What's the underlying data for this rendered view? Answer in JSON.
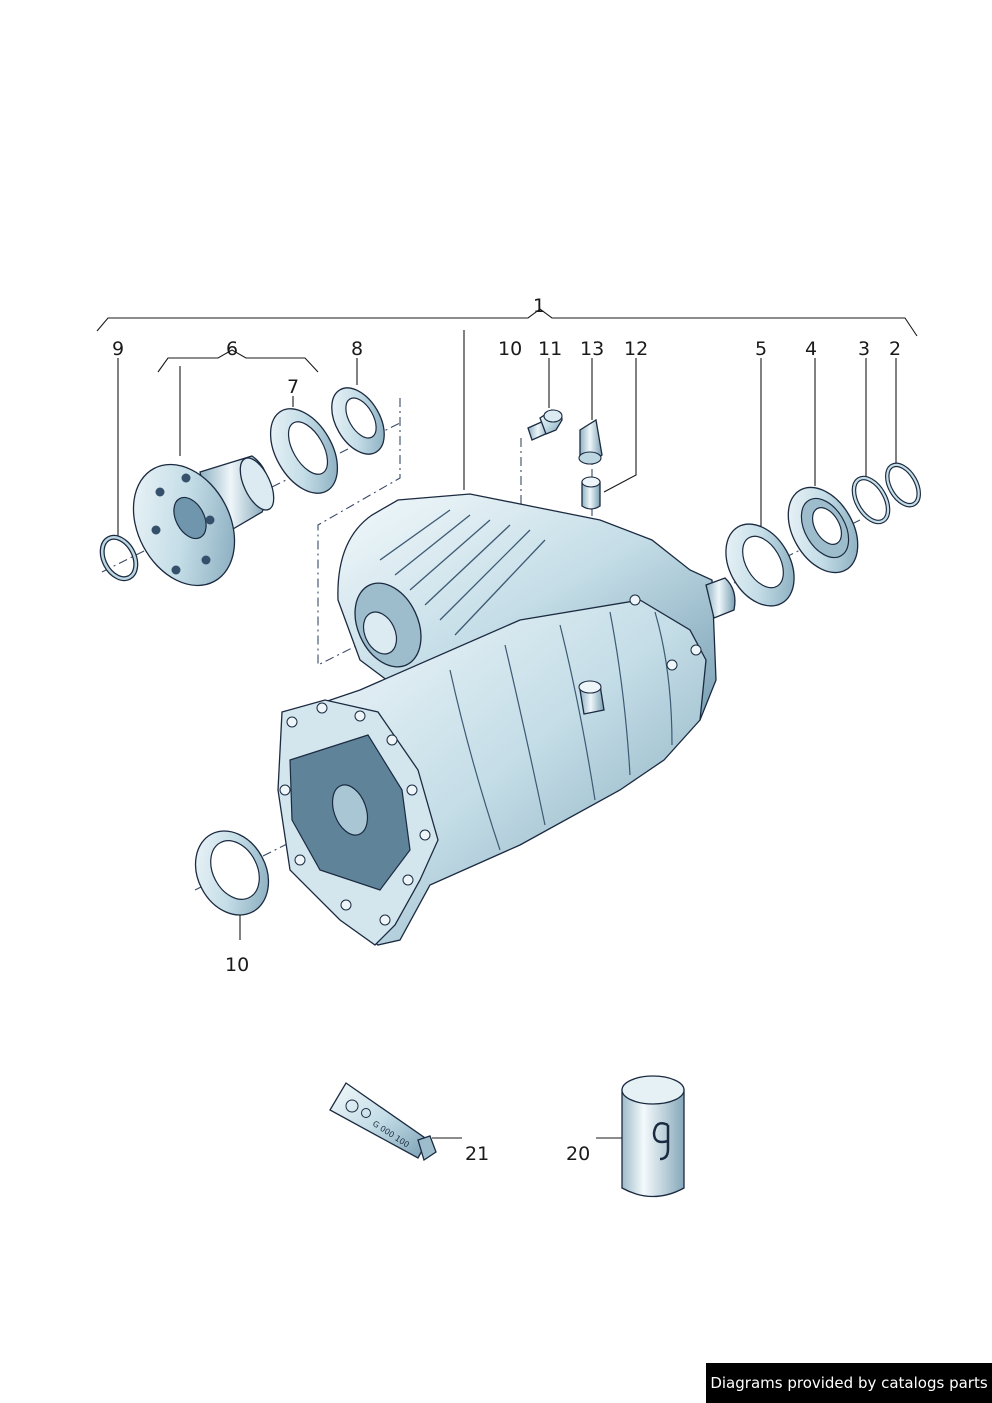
{
  "callouts": {
    "c1": "1",
    "c2": "2",
    "c3": "3",
    "c4": "4",
    "c5": "5",
    "c6": "6",
    "c7": "7",
    "c8": "8",
    "c9": "9",
    "c10a": "10",
    "c10b": "10",
    "c11": "11",
    "c12": "12",
    "c13": "13",
    "c20": "20",
    "c21": "21"
  },
  "tube_marking": "G 000 100",
  "credit": "Diagrams provided by catalogs parts",
  "colors": {
    "part_fill_light": "#eef6f9",
    "part_fill_mid": "#bdd8e3",
    "part_fill_dark": "#6f96ac",
    "outline": "#1b2a40"
  }
}
